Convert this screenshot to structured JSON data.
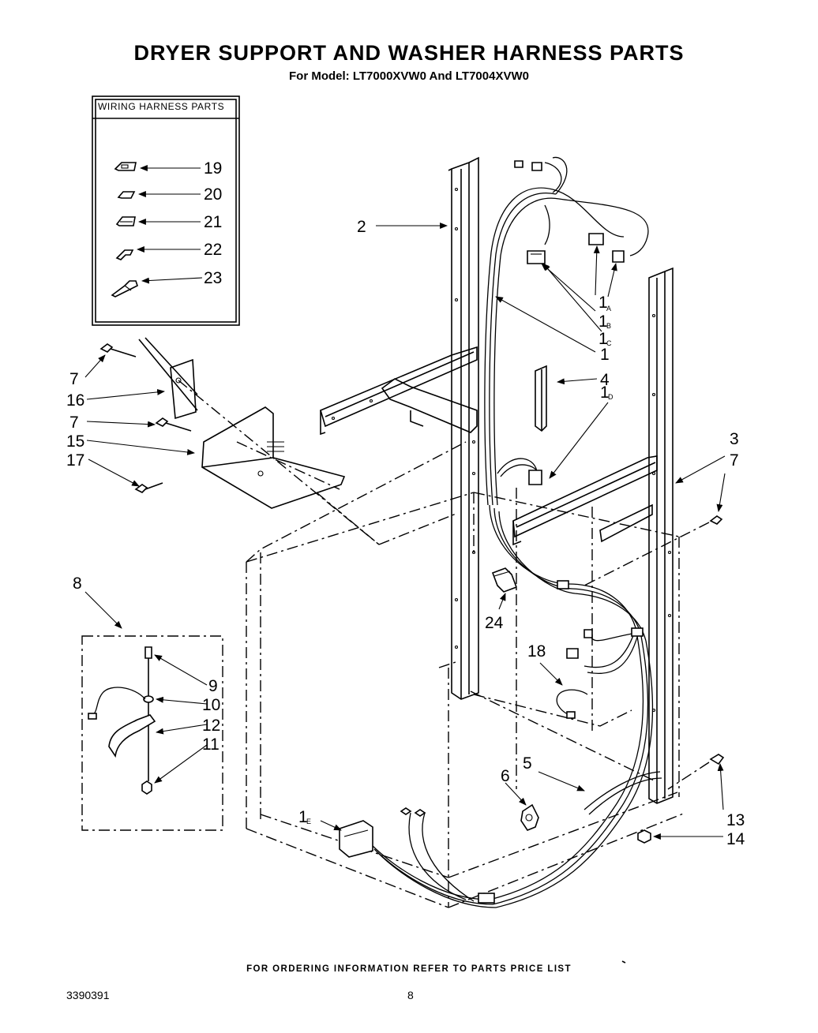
{
  "header": {
    "title": "DRYER SUPPORT AND WASHER HARNESS PARTS",
    "subtitle": "For Model: LT7000XVW0 And LT7004XVW0"
  },
  "inset": {
    "title": "WIRING HARNESS PARTS",
    "items": [
      "19",
      "20",
      "21",
      "22",
      "23"
    ]
  },
  "callouts": {
    "c2": "2",
    "c1": "1",
    "c4": "4",
    "c3": "3",
    "c7a": "7",
    "c16": "16",
    "c7b": "7",
    "c15": "15",
    "c17": "17",
    "c7c": "7",
    "c8": "8",
    "c9": "9",
    "c10": "10",
    "c12": "12",
    "c11": "11",
    "c24": "24",
    "c18": "18",
    "c5": "5",
    "c6": "6",
    "c13": "13",
    "c14": "14",
    "c1a": "1",
    "c1a_sub": "A",
    "c1b": "1",
    "c1b_sub": "B",
    "c1c": "1",
    "c1c_sub": "C",
    "c1d": "1",
    "c1d_sub": "D",
    "c1e": "1",
    "c1e_sub": "E"
  },
  "footer": {
    "ordering": "FOR ORDERING INFORMATION REFER TO PARTS PRICE LIST",
    "doc_number": "3390391",
    "page": "8"
  }
}
